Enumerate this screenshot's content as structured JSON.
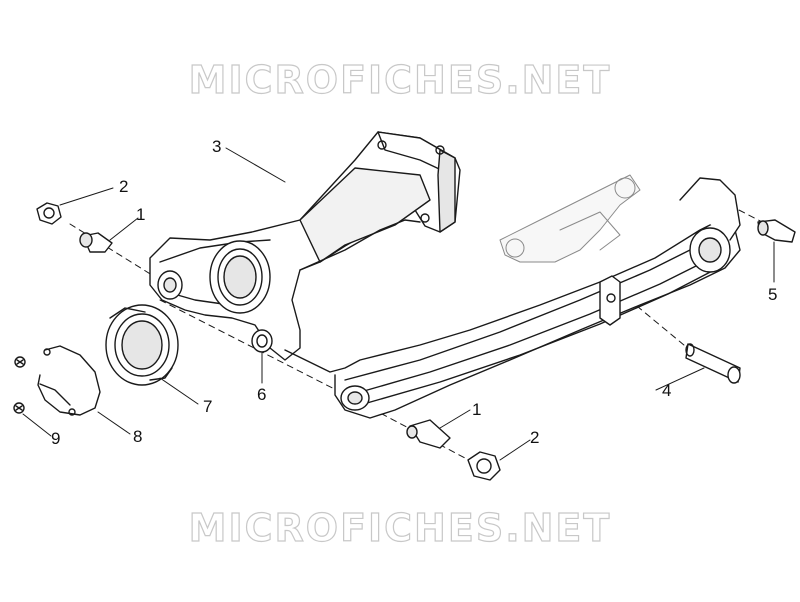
{
  "watermark": {
    "top": "MICROFICHES.NET",
    "bottom": "MICROFICHES.NET"
  },
  "callouts": {
    "c3": "3",
    "c2a": "2",
    "c1a": "1",
    "c5": "5",
    "c6": "6",
    "c7": "7",
    "c4": "4",
    "c8": "8",
    "c9": "9",
    "c1b": "1",
    "c2b": "2"
  },
  "colors": {
    "line": "#1a1a1a",
    "shade": "#d9d9d9",
    "watermark_outline": "#c8c8c8"
  }
}
